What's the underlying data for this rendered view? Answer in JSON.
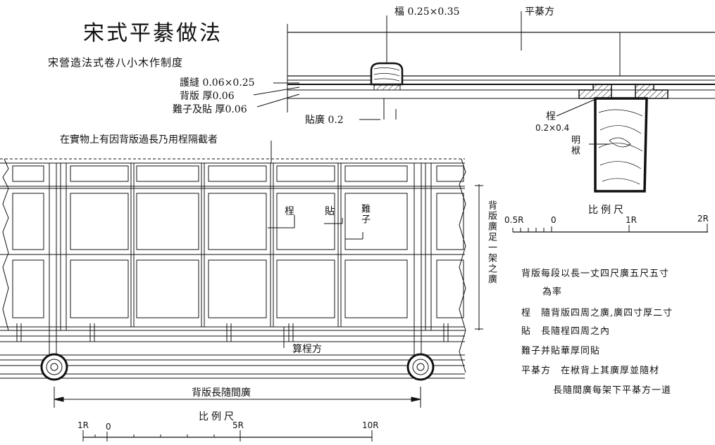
{
  "title": "宋式平綦做法",
  "subtitle": "宋營造法式卷八小木作制度",
  "section": {
    "label_fu": "楅 0.25×0.35",
    "label_pingqifang": "平棊方",
    "label_hufeng": "護縫 0.06×0.25",
    "label_beiban": "背版 厚0.06",
    "label_nanzi": "難子及貼 厚0.06",
    "label_tieguang": "貼廣 0.2",
    "label_cheng": "桯",
    "label_cheng_size": "0.2×0.4",
    "label_mingfu": "明栿"
  },
  "scale_small": {
    "caption": "比例尺",
    "ticks": [
      "0.5R",
      "0",
      "1R",
      "2R"
    ]
  },
  "plan": {
    "top_note": "在實物上有因背版過長乃用桯隔截者",
    "label_cheng": "桯",
    "label_tie": "貼",
    "label_nanzi": "難子",
    "label_suancheng": "算桯方",
    "label_length": "背版長隨間廣",
    "label_width": "背版廣足一架之廣"
  },
  "scale_large": {
    "caption": "比例尺",
    "ticks": [
      "1R",
      "0",
      "5R",
      "10R"
    ]
  },
  "notes": [
    "背版每段以長一丈四尺廣五尺五寸",
    "為率",
    "桯　隨背版四周之廣,廣四寸厚二寸",
    "貼　長隨桯四周之內",
    "難子并貼華厚同貼",
    "平棊方　在栿背上其廣厚並隨材",
    "長隨間廣每架下平棊方一道"
  ]
}
